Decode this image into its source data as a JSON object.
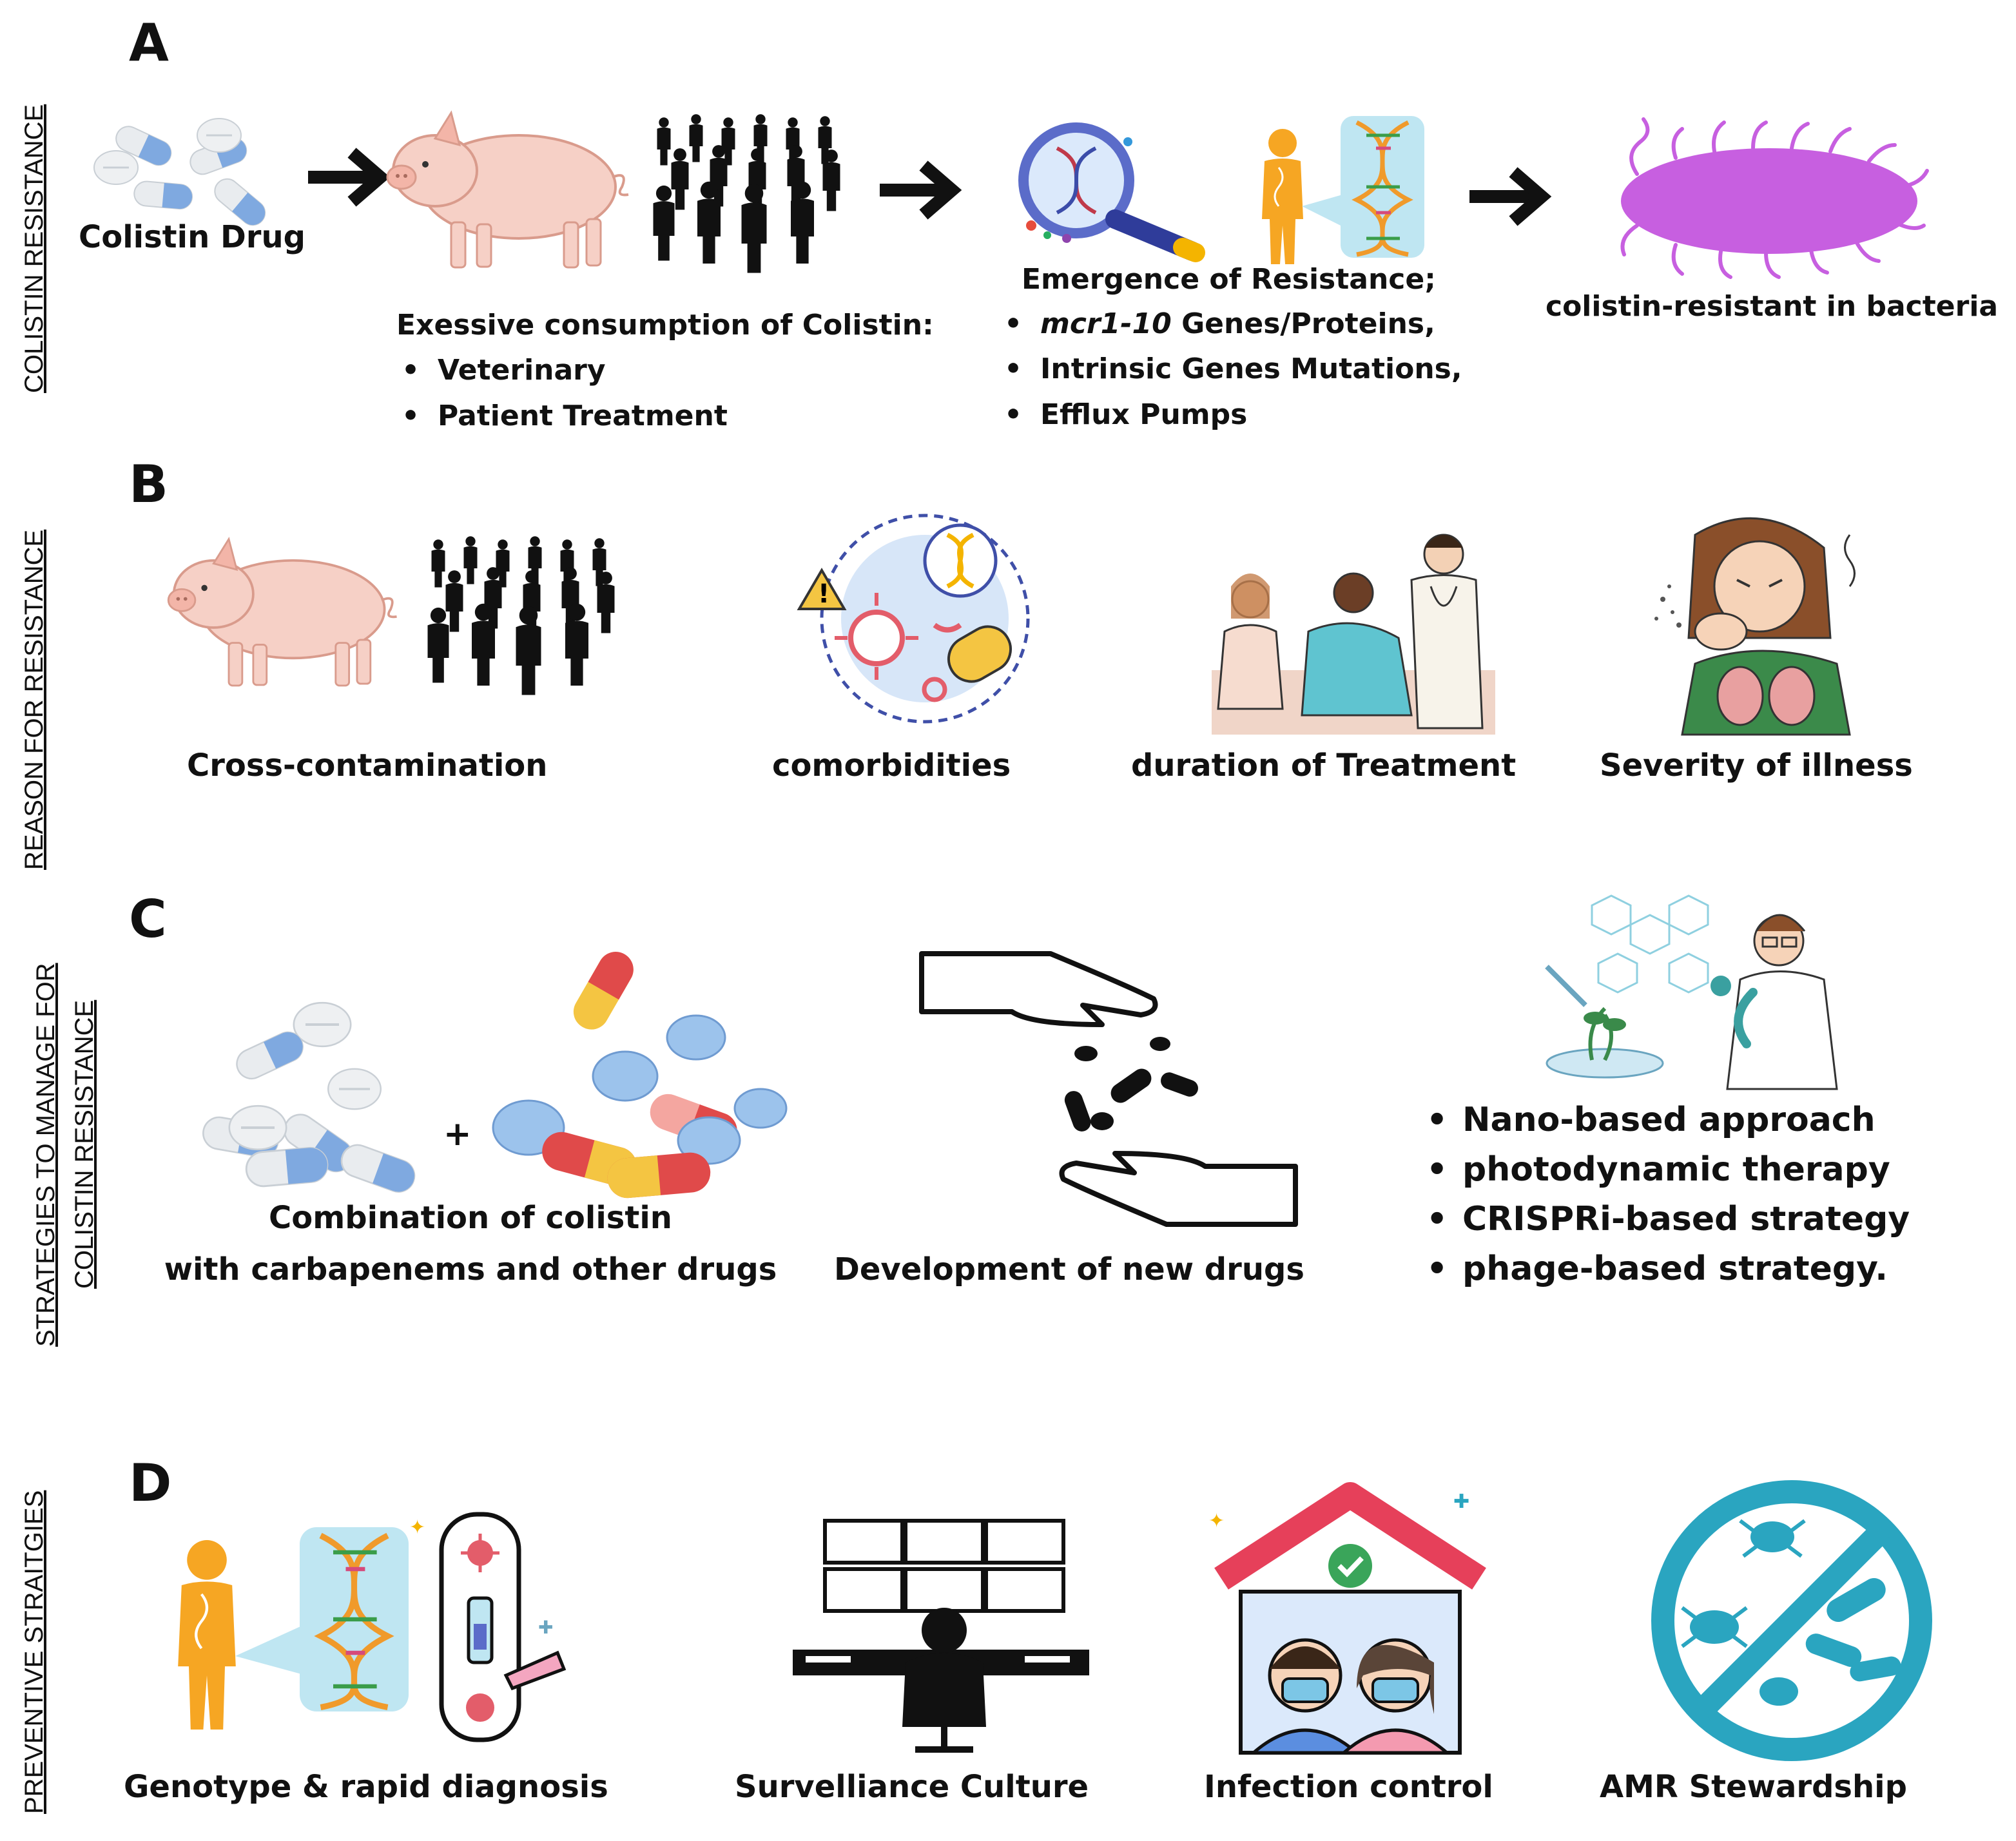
{
  "panels": {
    "A": {
      "letter": "A",
      "side_title": "COLISTIN RESISTANCE",
      "drug_label": "Colistin Drug",
      "consumption_title": "Exessive consumption of Colistin:",
      "consumption_items": [
        "Veterinary",
        "Patient Treatment"
      ],
      "resistance_title": "Emergence of Resistance;",
      "resistance_items": [
        {
          "italic": "mcr1-10",
          "rest": " Genes/Proteins,"
        },
        {
          "italic": "",
          "rest": "Intrinsic Genes Mutations,"
        },
        {
          "italic": "",
          "rest": "Efflux Pumps"
        }
      ],
      "bacteria_label": "colistin-resistant  in bacteria"
    },
    "B": {
      "letter": "B",
      "side_title": "REASON FOR RESISTANCE",
      "items": [
        "Cross-contamination",
        "comorbidities",
        "duration of Treatment",
        "Severity of illness"
      ]
    },
    "C": {
      "letter": "C",
      "side_title_line1": "STRATEGIES TO MANAGE FOR",
      "side_title_line2": "COLISTIN RESISTANCE",
      "plus": "+",
      "combination_line1": "Combination of colistin",
      "combination_line2": "with carbapenems and other drugs",
      "new_drugs": "Development of new drugs",
      "approaches": [
        "Nano-based approach",
        "photodynamic therapy",
        "CRISPRi-based strategy",
        "phage-based strategy."
      ]
    },
    "D": {
      "letter": "D",
      "side_title": "PREVENTIVE STRAITGIES",
      "items": [
        "Genotype & rapid diagnosis",
        "Survelliance Culture",
        "Infection control",
        "AMR  Stewardship"
      ]
    }
  },
  "colors": {
    "pill_blue": "#7fa9e0",
    "pig_pink": "#f4c7bd",
    "bacteria_purple": "#c75fe0",
    "human_orange": "#f6a623",
    "dna_teal": "#bfe6f2",
    "stewardship_teal": "#2aa5c0",
    "house_red": "#e6405a"
  },
  "icons": [
    "pills-icon",
    "pig-icon",
    "crowd-icon",
    "arrow-right-icon",
    "magnifier-dna-icon",
    "human-dna-icon",
    "bacteria-icon",
    "virus-cluster-icon",
    "hospital-patient-icon",
    "coughing-person-icon",
    "mixed-pills-icon",
    "hands-pills-icon",
    "scientist-lab-icon",
    "test-kit-icon",
    "surveillance-monitors-icon",
    "house-masks-icon",
    "no-bacteria-icon"
  ]
}
